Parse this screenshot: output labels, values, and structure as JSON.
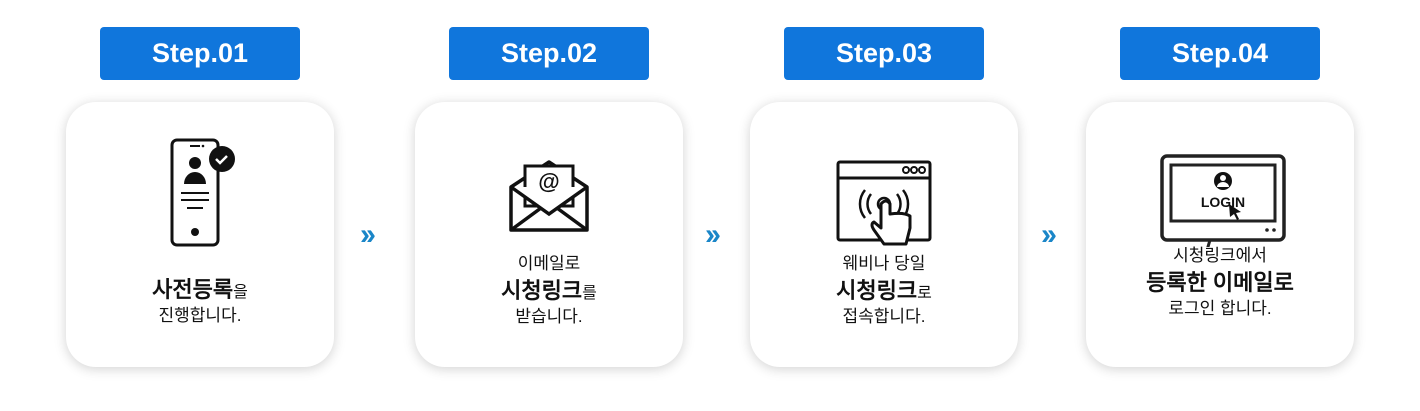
{
  "steps": [
    {
      "label": "Step.01",
      "icon": "tablet-user-check-icon",
      "lines": [
        {
          "bold": "사전등록",
          "suffix": "을"
        },
        {
          "text": "진행합니다."
        }
      ]
    },
    {
      "label": "Step.02",
      "icon": "email-envelope-icon",
      "lines": [
        {
          "text": "이메일로"
        },
        {
          "bold": "시청링크",
          "suffix": "를"
        },
        {
          "text": "받습니다."
        }
      ]
    },
    {
      "label": "Step.03",
      "icon": "browser-touch-icon",
      "lines": [
        {
          "text": "웨비나 당일"
        },
        {
          "bold": "시청링크",
          "suffix": "로"
        },
        {
          "text": "접속합니다."
        }
      ]
    },
    {
      "label": "Step.04",
      "icon": "monitor-login-icon",
      "icon_text": "LOGIN",
      "lines": [
        {
          "text": "시청링크에서"
        },
        {
          "bold": "등록한 이메일로"
        },
        {
          "text": "로그인 합니다."
        }
      ]
    }
  ],
  "arrow": "››",
  "colors": {
    "badge": "#1076dc",
    "arrow": "#1a86c8"
  }
}
